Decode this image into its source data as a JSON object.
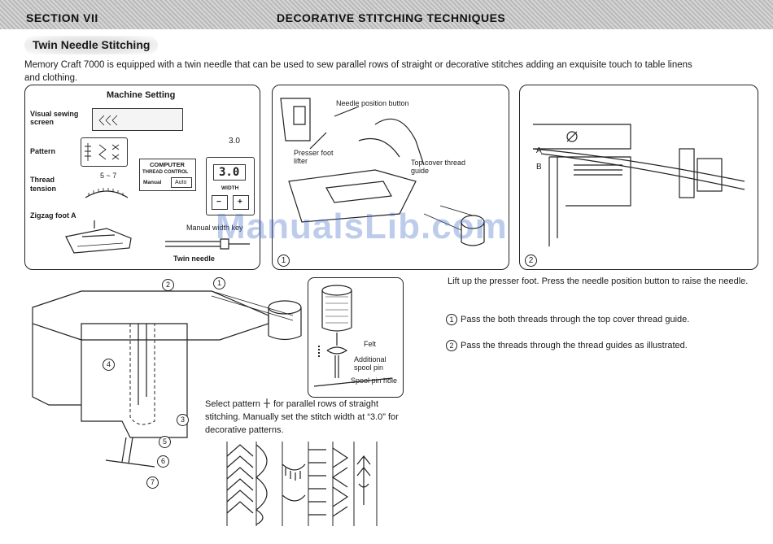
{
  "header": {
    "section": "SECTION VII",
    "title": "DECORATIVE STITCHING TECHNIQUES"
  },
  "subsection_title": "Twin Needle Stitching",
  "intro_text": "Memory Craft 7000 is equipped with a twin needle that can be used to sew parallel rows of straight or decorative stitches adding an exquisite touch to table linens and clothing.",
  "machine_setting": {
    "title": "Machine Setting",
    "visual_screen_label": "Visual sewing screen",
    "pattern_label": "Pattern",
    "thread_tension_label": "Thread tension",
    "tension_value": "5 ~ 7",
    "zigzag_foot_label": "Zigzag foot A",
    "computer_label": "COMPUTER",
    "thread_control_label": "THREAD CONTROL",
    "manual_label": "Manual",
    "auto_label": "Auto",
    "width_value": "3.0",
    "width_display": "3.0",
    "width_label": "WIDTH",
    "minus_label": "−",
    "plus_label": "+",
    "manual_width_key_label": "Manual width key",
    "twin_needle_label": "Twin needle"
  },
  "panel1": {
    "number": "1",
    "needle_position_button": "Needle position button",
    "presser_foot_lifter": "Presser foot lifter",
    "top_cover_thread_guide": "Top cover thread guide"
  },
  "panel2": {
    "number": "2",
    "label_a": "A",
    "label_b": "B"
  },
  "instructions": {
    "lift_text": "Lift up the presser foot.  Press the needle position button to raise the needle.",
    "step1_num": "1",
    "step1_text": "Pass the both threads through the top cover thread guide.",
    "step2_num": "2",
    "step2_text": "Pass the threads through the thread guides as illustrated."
  },
  "spool_inset": {
    "felt": "Felt",
    "additional_spool_pin": "Additional spool pin",
    "spool_pin_hole": "Spool pin hole"
  },
  "threading_callouts": [
    "1",
    "2",
    "3",
    "4",
    "5",
    "6",
    "7"
  ],
  "select_text_before": "Select pattern",
  "select_text_after": "for parallel rows of straight stitching.  Manually set the stitch width at “3.0” for decorative patterns.",
  "watermark": "ManualsLib.com"
}
